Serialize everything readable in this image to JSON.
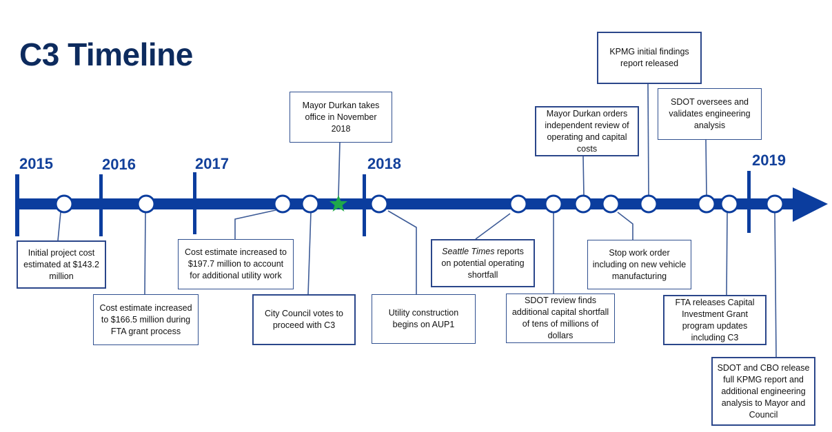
{
  "title": "C3 Timeline",
  "colors": {
    "timeline": "#0b3d9e",
    "title": "#0d2b5e",
    "star": "#1fa84a",
    "box_border": "#2f4f8f"
  },
  "years": [
    "2015",
    "2016",
    "2017",
    "2018",
    "2019"
  ],
  "events": [
    {
      "text": "Initial project cost estimated at $143.2 million"
    },
    {
      "text": "Cost estimate increased to $166.5 million during FTA grant process"
    },
    {
      "text": "Cost estimate increased to $197.7 million to account for additional utility work"
    },
    {
      "text": "City Council votes to proceed with C3"
    },
    {
      "text": "Mayor Durkan takes office in November 2018"
    },
    {
      "text": "Utility construction begins on AUP1"
    },
    {
      "italic": "Seattle Times",
      "text": " reports on potential operating shortfall"
    },
    {
      "text": "SDOT review finds additional capital shortfall of tens of millions of dollars"
    },
    {
      "text": "Mayor Durkan orders independent review of operating and capital costs"
    },
    {
      "text": "Stop work order including on new vehicle manufacturing"
    },
    {
      "text": "KPMG initial findings report released"
    },
    {
      "text": "SDOT oversees and validates engineering analysis"
    },
    {
      "text": "FTA releases Capital Investment Grant program updates including C3"
    },
    {
      "text": "SDOT and CBO release full KPMG report and additional engineering analysis to Mayor and Council"
    }
  ]
}
